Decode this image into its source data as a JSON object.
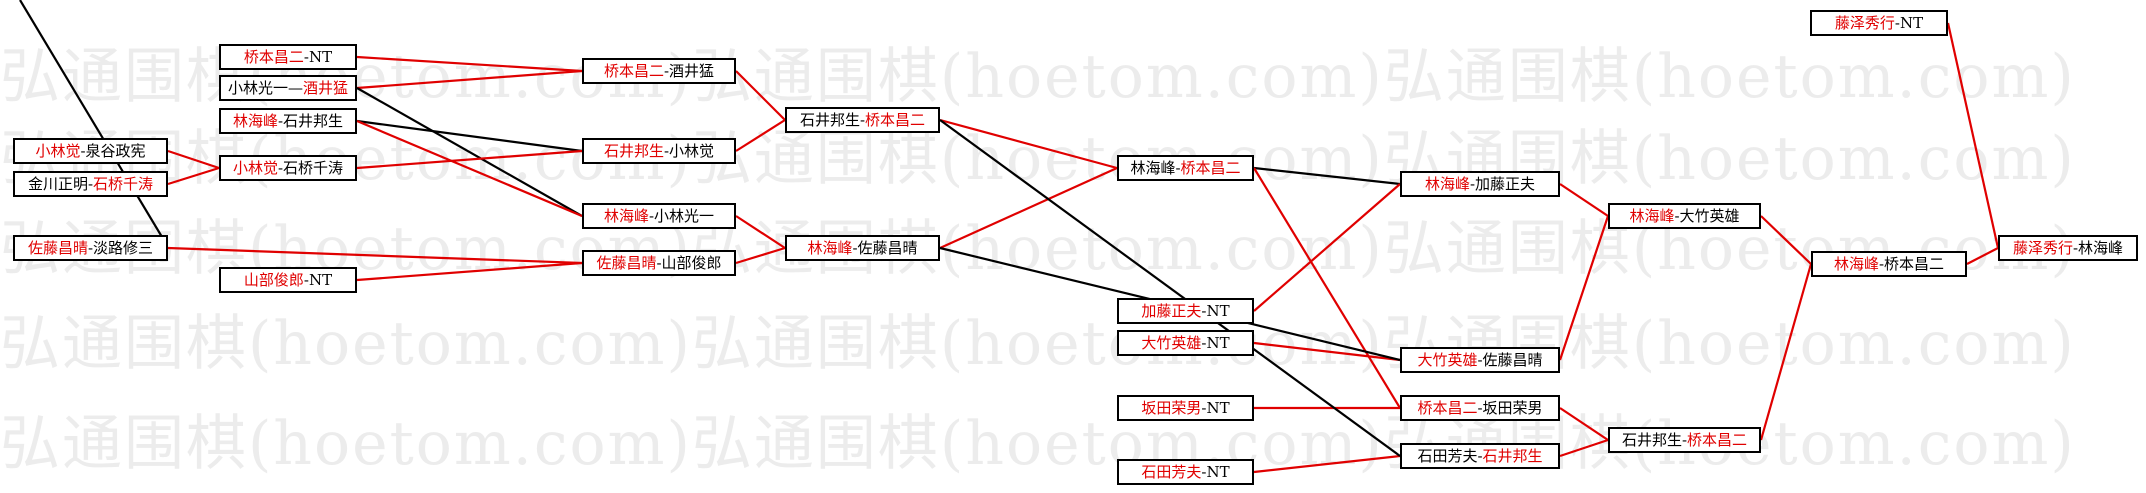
{
  "watermark": {
    "text": "弘通围棋(hoetom.com)",
    "color": "#ececec"
  },
  "colors": {
    "win": "#e00000",
    "loss": "#000000",
    "border": "#000000"
  },
  "nodes": [
    {
      "id": "n01",
      "a": "桥本昌二",
      "b": "NT",
      "w": "a"
    },
    {
      "id": "n02",
      "a": "小林光一",
      "b": "酒井猛",
      "w": "b",
      "sep": "—"
    },
    {
      "id": "n03",
      "a": "林海峰",
      "b": "石井邦生",
      "w": "a"
    },
    {
      "id": "n04",
      "a": "小林觉",
      "b": "泉谷政宪",
      "w": "a"
    },
    {
      "id": "n05",
      "a": "金川正明",
      "b": "石桥千涛",
      "w": "b"
    },
    {
      "id": "n06",
      "a": "佐藤昌晴",
      "b": "淡路修三",
      "w": "a"
    },
    {
      "id": "n07",
      "a": "山部俊郎",
      "b": "NT",
      "w": "a"
    },
    {
      "id": "n08",
      "a": "小林觉",
      "b": "石桥千涛",
      "w": "a"
    },
    {
      "id": "n09",
      "a": "桥本昌二",
      "b": "酒井猛",
      "w": "a"
    },
    {
      "id": "n10",
      "a": "石井邦生",
      "b": "小林觉",
      "w": "a"
    },
    {
      "id": "n11",
      "a": "林海峰",
      "b": "小林光一",
      "w": "a"
    },
    {
      "id": "n12",
      "a": "佐藤昌晴",
      "b": "山部俊郎",
      "w": "a"
    },
    {
      "id": "n13",
      "a": "石井邦生",
      "b": "桥本昌二",
      "w": "b"
    },
    {
      "id": "n14",
      "a": "林海峰",
      "b": "佐藤昌晴",
      "w": "a"
    },
    {
      "id": "n15",
      "a": "林海峰",
      "b": "桥本昌二",
      "w": "b"
    },
    {
      "id": "n16",
      "a": "加藤正夫",
      "b": "NT",
      "w": "a"
    },
    {
      "id": "n17",
      "a": "大竹英雄",
      "b": "NT",
      "w": "a"
    },
    {
      "id": "n18",
      "a": "坂田荣男",
      "b": "NT",
      "w": "a"
    },
    {
      "id": "n19",
      "a": "石田芳夫",
      "b": "NT",
      "w": "a"
    },
    {
      "id": "n20",
      "a": "林海峰",
      "b": "加藤正夫",
      "w": "a"
    },
    {
      "id": "n21",
      "a": "大竹英雄",
      "b": "佐藤昌晴",
      "w": "a"
    },
    {
      "id": "n22",
      "a": "桥本昌二",
      "b": "坂田荣男",
      "w": "a"
    },
    {
      "id": "n23",
      "a": "石田芳夫",
      "b": "石井邦生",
      "w": "b"
    },
    {
      "id": "n24",
      "a": "林海峰",
      "b": "大竹英雄",
      "w": "a"
    },
    {
      "id": "n25",
      "a": "石井邦生",
      "b": "桥本昌二",
      "w": "b"
    },
    {
      "id": "n26",
      "a": "林海峰",
      "b": "桥本昌二",
      "w": "a"
    },
    {
      "id": "n27",
      "a": "藤泽秀行",
      "b": "NT",
      "w": "a"
    },
    {
      "id": "n28",
      "a": "藤泽秀行",
      "b": "林海峰",
      "w": "a"
    }
  ],
  "edges": [
    {
      "from": "n01",
      "to": "n09",
      "c": "win"
    },
    {
      "from": "n02",
      "to": "n09",
      "c": "win"
    },
    {
      "from": "n02",
      "to": "n11",
      "c": "loss"
    },
    {
      "from": "n03",
      "to": "n10",
      "c": "loss"
    },
    {
      "from": "n03",
      "to": "n11",
      "c": "win"
    },
    {
      "from": "n04",
      "to": "n08",
      "c": "win"
    },
    {
      "from": "n05",
      "to": "n08",
      "c": "win"
    },
    {
      "from": "n08",
      "to": "n10",
      "c": "win"
    },
    {
      "from": "n06",
      "to": "n12",
      "c": "win"
    },
    {
      "from": "n07",
      "to": "n12",
      "c": "win"
    },
    {
      "from": "n09",
      "to": "n13",
      "c": "win"
    },
    {
      "from": "n10",
      "to": "n13",
      "c": "win"
    },
    {
      "from": "n11",
      "to": "n14",
      "c": "win"
    },
    {
      "from": "n12",
      "to": "n14",
      "c": "win"
    },
    {
      "from": "n13",
      "to": "n15",
      "c": "win"
    },
    {
      "from": "n14",
      "to": "n15",
      "c": "win"
    },
    {
      "from": "n15",
      "to": "n20",
      "c": "loss"
    },
    {
      "from": "n16",
      "to": "n20",
      "c": "win"
    },
    {
      "from": "n17",
      "to": "n21",
      "c": "win"
    },
    {
      "from": "n18",
      "to": "n22",
      "c": "win"
    },
    {
      "from": "n19",
      "to": "n23",
      "c": "win"
    },
    {
      "from": "n20",
      "to": "n24",
      "c": "win"
    },
    {
      "from": "n21",
      "to": "n24",
      "c": "win"
    },
    {
      "from": "n22",
      "to": "n25",
      "c": "win"
    },
    {
      "from": "n23",
      "to": "n25",
      "c": "win"
    },
    {
      "from": "n24",
      "to": "n26",
      "c": "win"
    },
    {
      "from": "n25",
      "to": "n26",
      "c": "win"
    },
    {
      "from": "n26",
      "to": "n28",
      "c": "win"
    },
    {
      "from": "n27",
      "to": "n28",
      "c": "win"
    },
    {
      "from": "n15",
      "to": "n22",
      "c": "win"
    },
    {
      "from": "n14",
      "to": "n21",
      "c": "loss"
    },
    {
      "from": "n13",
      "to": "n23",
      "c": "loss"
    },
    {
      "from": "n06",
      "to": "n01",
      "c": "loss"
    }
  ]
}
